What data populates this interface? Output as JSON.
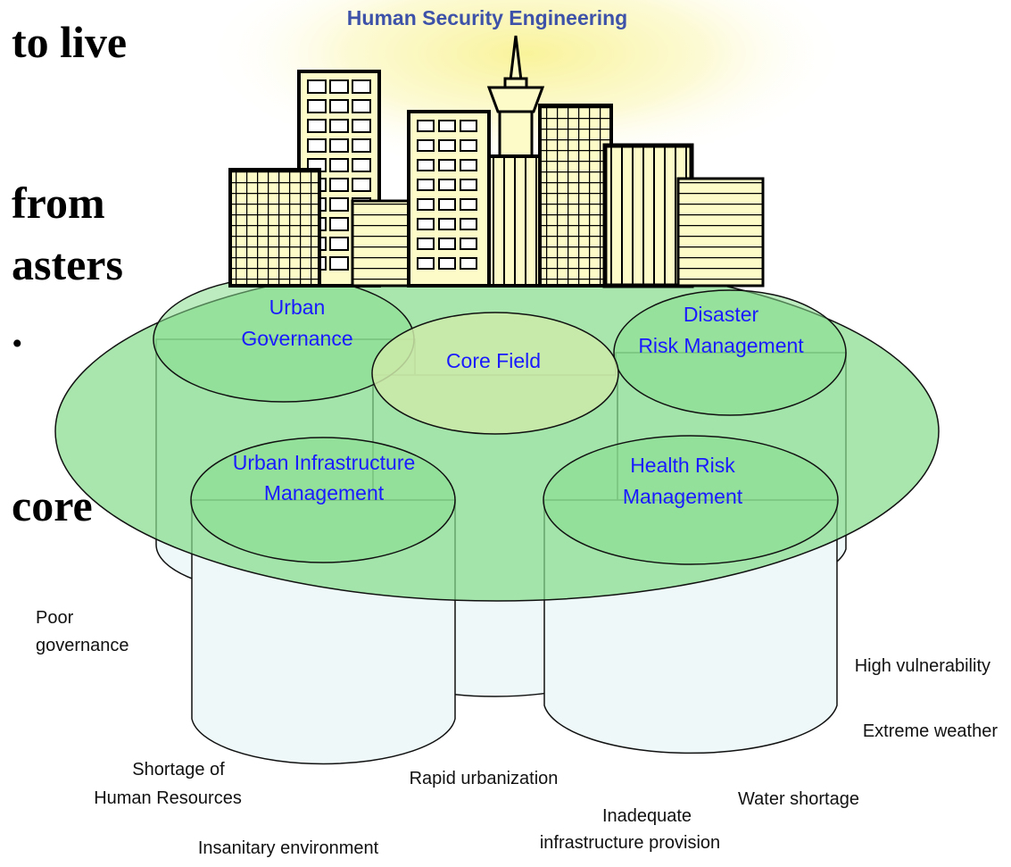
{
  "title": "Human Security Engineering",
  "fragments": [
    "to live",
    "from",
    "asters",
    ".",
    "core"
  ],
  "fields": {
    "urban_governance": [
      "Urban",
      "Governance"
    ],
    "core_field": [
      "Core Field"
    ],
    "disaster_risk": [
      "Disaster",
      "Risk Management"
    ],
    "urban_infrastructure": [
      "Urban Infrastructure",
      "Management"
    ],
    "health_risk": [
      "Health Risk",
      "Management"
    ]
  },
  "causes": {
    "poor_governance": [
      "Poor",
      "governance"
    ],
    "high_vulnerability": [
      "High vulnerability"
    ],
    "extreme_weather": [
      "Extreme weather"
    ],
    "shortage_hr": [
      "Shortage of",
      "Human Resources"
    ],
    "rapid_urbanization": [
      "Rapid urbanization"
    ],
    "water_shortage": [
      "Water shortage"
    ],
    "inadequate_infra": [
      "Inadequate",
      "infrastructure provision"
    ],
    "insanitary": [
      "Insanitary environment"
    ]
  },
  "colors": {
    "disc_green": "#86dd8e",
    "cylinder_fill": "#eef8f8",
    "building_fill": "#fdfbc7",
    "label_blue": "#1a1aff",
    "title_blue": "#3d52a8",
    "glow": "#fbf9b8"
  }
}
